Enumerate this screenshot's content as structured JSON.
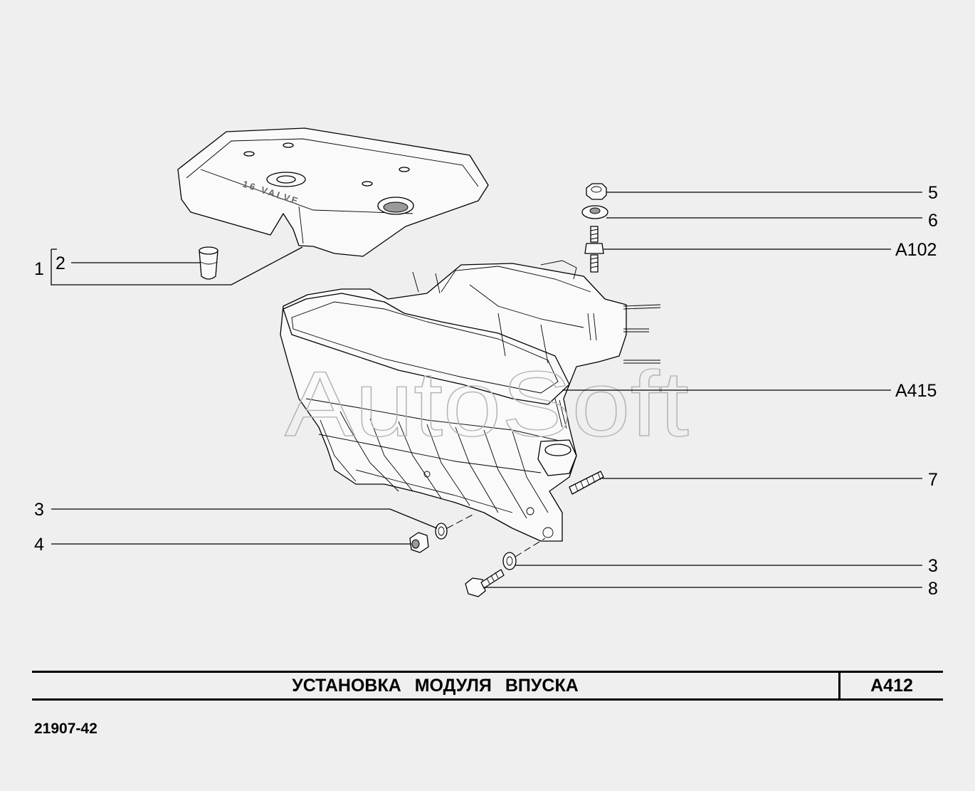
{
  "watermark": "AutoSoft",
  "title": "УСТАНОВКА   МОДУЛЯ   ВПУСКА",
  "section_code": "A412",
  "doc_code": "21907-42",
  "callouts": {
    "c1": "1",
    "c2": "2",
    "c3_left": "3",
    "c4": "4",
    "c5": "5",
    "c6": "6",
    "a102": "A102",
    "a415": "A415",
    "c7": "7",
    "c3_right": "3",
    "c8": "8"
  },
  "cover_emblem_text": "16 VALVE"
}
